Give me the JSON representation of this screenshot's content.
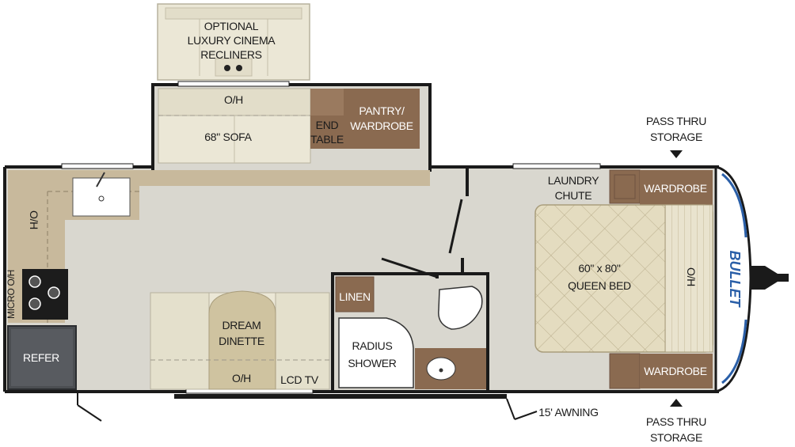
{
  "labels": {
    "recliners": [
      "OPTIONAL",
      "LUXURY CINEMA",
      "RECLINERS"
    ],
    "overhead_sofa": "O/H",
    "sofa": "68\" SOFA",
    "end_table": [
      "END",
      "TABLE"
    ],
    "pantry": [
      "PANTRY/",
      "WARDROBE"
    ],
    "pass_thru_top": [
      "PASS THRU",
      "STORAGE"
    ],
    "laundry": [
      "LAUNDRY",
      "CHUTE"
    ],
    "wardrobe_top": "WARDROBE",
    "overhead_kitchen": "O/H",
    "overhead_bed": "O/H",
    "bed": [
      "60\" x 80\"",
      "QUEEN BED"
    ],
    "micro": "MICRO O/H",
    "linen": "LINEN",
    "dinette": [
      "DREAM",
      "DINETTE"
    ],
    "shower": [
      "RADIUS",
      "SHOWER"
    ],
    "refer": "REFER",
    "overhead_dinette": "O/H",
    "lcd_tv": "LCD TV",
    "wardrobe_bottom": "WARDROBE",
    "awning": "15' AWNING",
    "pass_thru_bottom": [
      "PASS THRU",
      "STORAGE"
    ]
  },
  "brand": "BULLET",
  "colors": {
    "floor": "#d9d7cf",
    "wall": "#1a1a1a",
    "cream": "#ece8d8",
    "cabinet_brown": "#8a6a50",
    "countertop": "#c8b99c",
    "carpet": "#cfc3a0",
    "bed": "#e4dcc0",
    "refer": "#4b4e52",
    "accent_blue": "#2a5fa8"
  }
}
